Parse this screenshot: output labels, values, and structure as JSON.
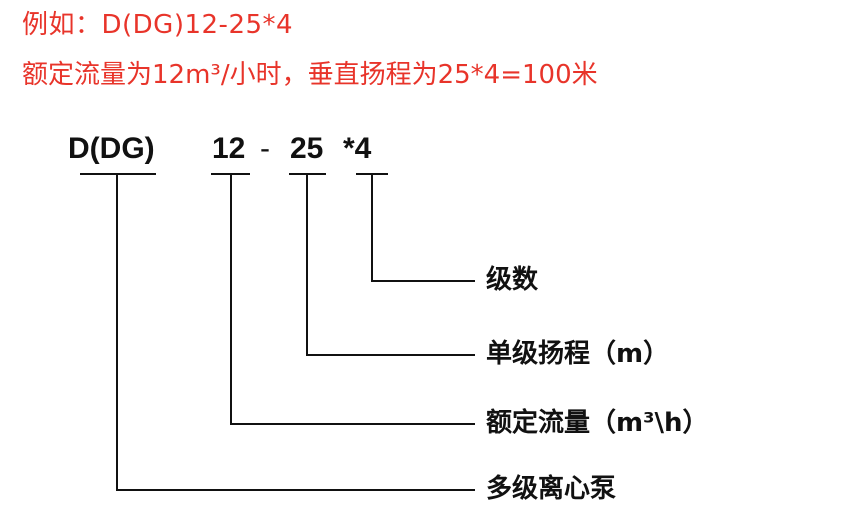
{
  "example": {
    "line1": "例如：D(DG)12-25*4",
    "line2": "额定流量为12m³/小时，垂直扬程为25*4=100米"
  },
  "model_code": {
    "series": "D(DG)",
    "flow": "12",
    "dash": "-",
    "head": "25",
    "stages": "*4"
  },
  "labels": {
    "stage_count": "级数",
    "single_stage_head": "单级扬程（m）",
    "rated_flow": "额定流量（m³\\h）",
    "multistage_pump": "多级离心泵"
  },
  "colors": {
    "example_text": "#e8342a",
    "diagram": "#111111"
  }
}
